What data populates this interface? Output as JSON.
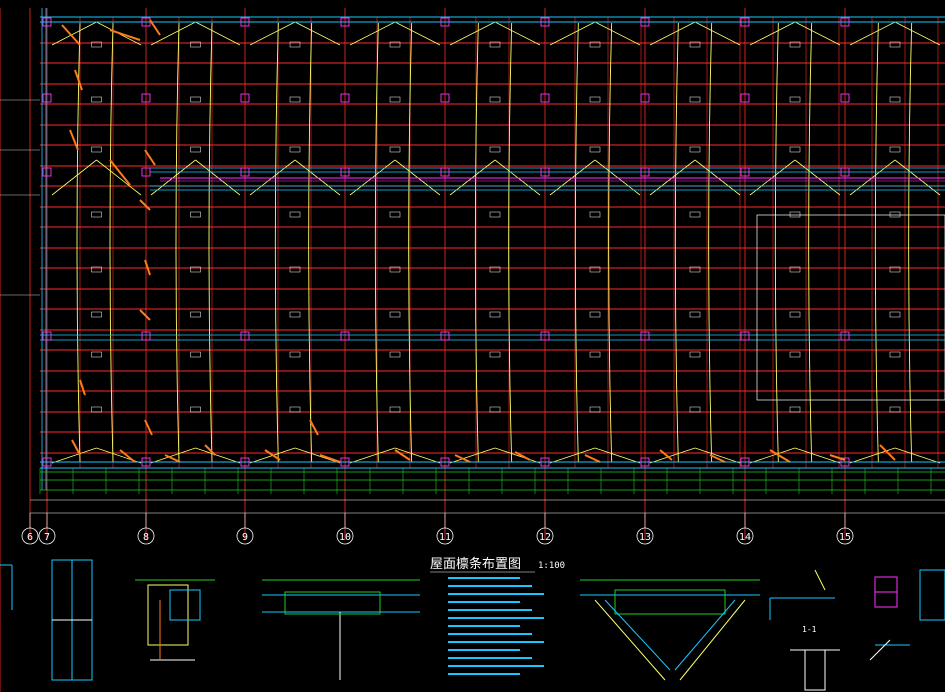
{
  "drawing": {
    "title": "屋面檩条布置图",
    "scale": "1:100",
    "background": "#000000"
  },
  "grid_axes": [
    "6",
    "7",
    "8",
    "9",
    "10",
    "11",
    "12",
    "13",
    "14",
    "15"
  ],
  "section_labels": [
    "1-1"
  ],
  "colors": {
    "grid_line": "#ff2a2a",
    "purlin": "#ffff66",
    "frame": "#19c8ff",
    "brace": "#ff7a1a",
    "dimension": "#22cc22",
    "annotation": "#ffffff",
    "column": "#ff33ff",
    "note_text": "#19c8ff"
  }
}
